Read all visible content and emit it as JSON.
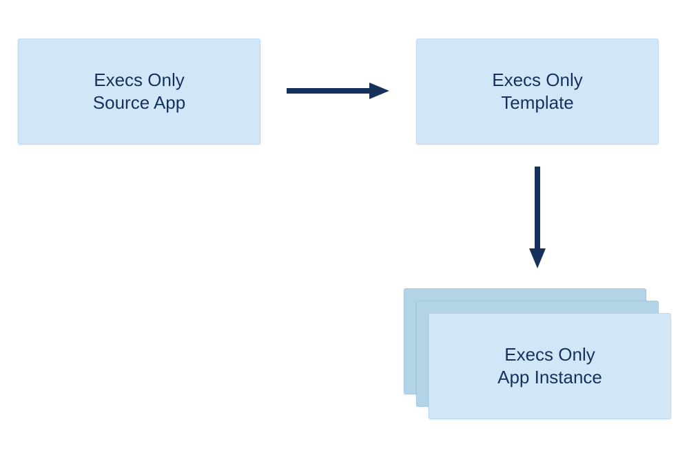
{
  "diagram": {
    "nodes": {
      "source": {
        "text": "Execs Only\nSource App"
      },
      "template": {
        "text": "Execs Only\nTemplate"
      },
      "instance": {
        "text": "Execs Only\nApp Instance"
      }
    },
    "edges": [
      {
        "from": "source",
        "to": "template"
      },
      {
        "from": "template",
        "to": "instance"
      }
    ],
    "colors": {
      "box_fill": "#d1e7f8",
      "stack_fill": "#b3d3e6",
      "text": "#16325c",
      "arrow": "#16325c"
    }
  }
}
